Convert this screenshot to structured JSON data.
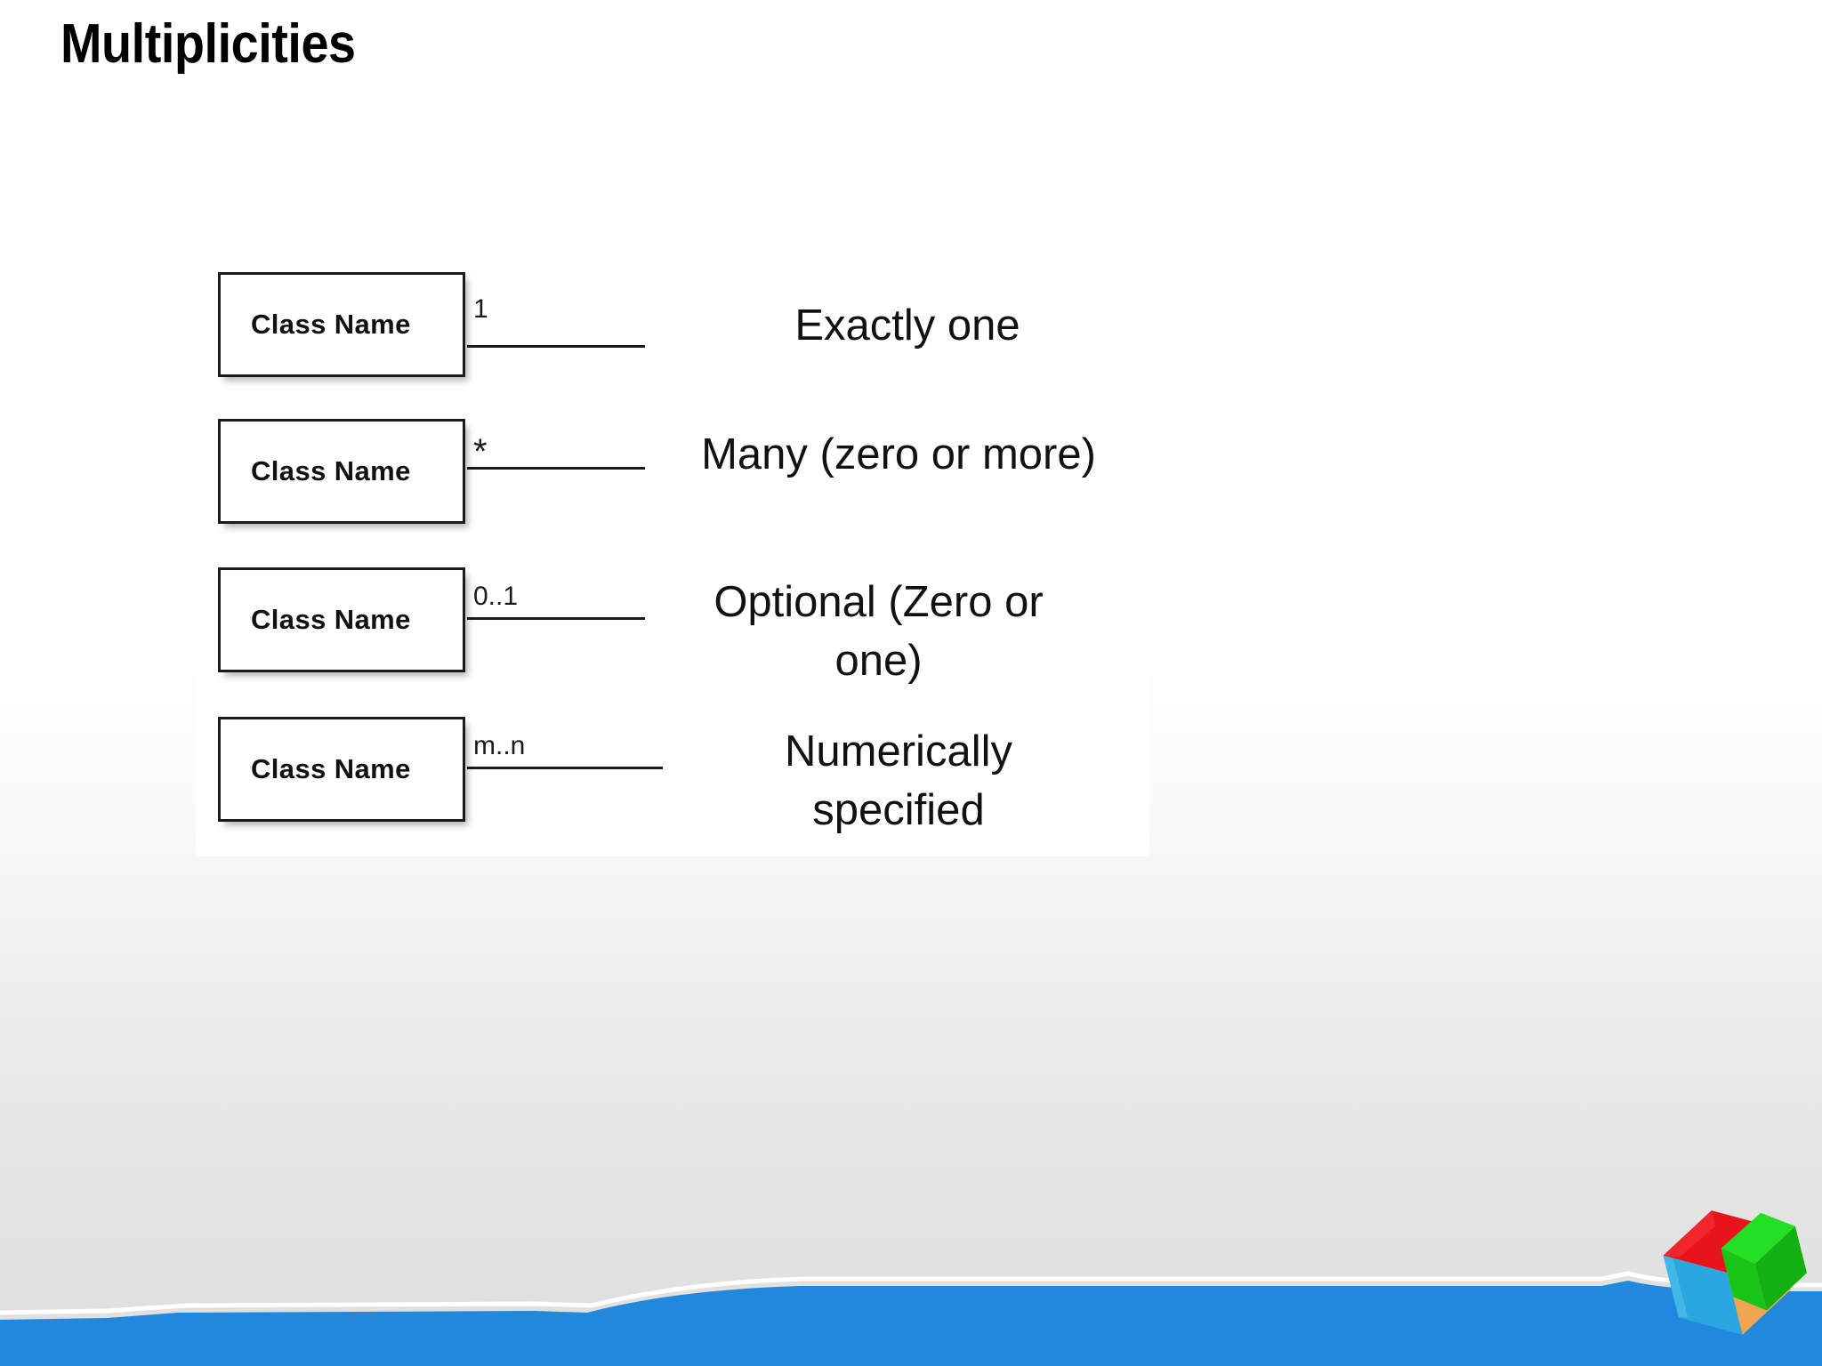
{
  "slide": {
    "title": "Multiplicities",
    "background_color": "#ffffff",
    "accent_color": "#2089dd"
  },
  "diagram": {
    "class_box_label": "Class Name",
    "rows": [
      {
        "multiplicity": "1",
        "description": "Exactly one"
      },
      {
        "multiplicity": "*",
        "description": "Many (zero or more)"
      },
      {
        "multiplicity": "0..1",
        "description": "Optional (Zero or\none)"
      },
      {
        "multiplicity": "m..n",
        "description": "Numerically\nspecified"
      }
    ]
  },
  "footer": {
    "ribbon_color": "#2089dd",
    "logo": {
      "name": "cube-logo",
      "face_colors": {
        "top": "#e8141c",
        "right": "#1fd61f",
        "left": "#29a8e0",
        "bottom": "#efa552"
      }
    }
  }
}
